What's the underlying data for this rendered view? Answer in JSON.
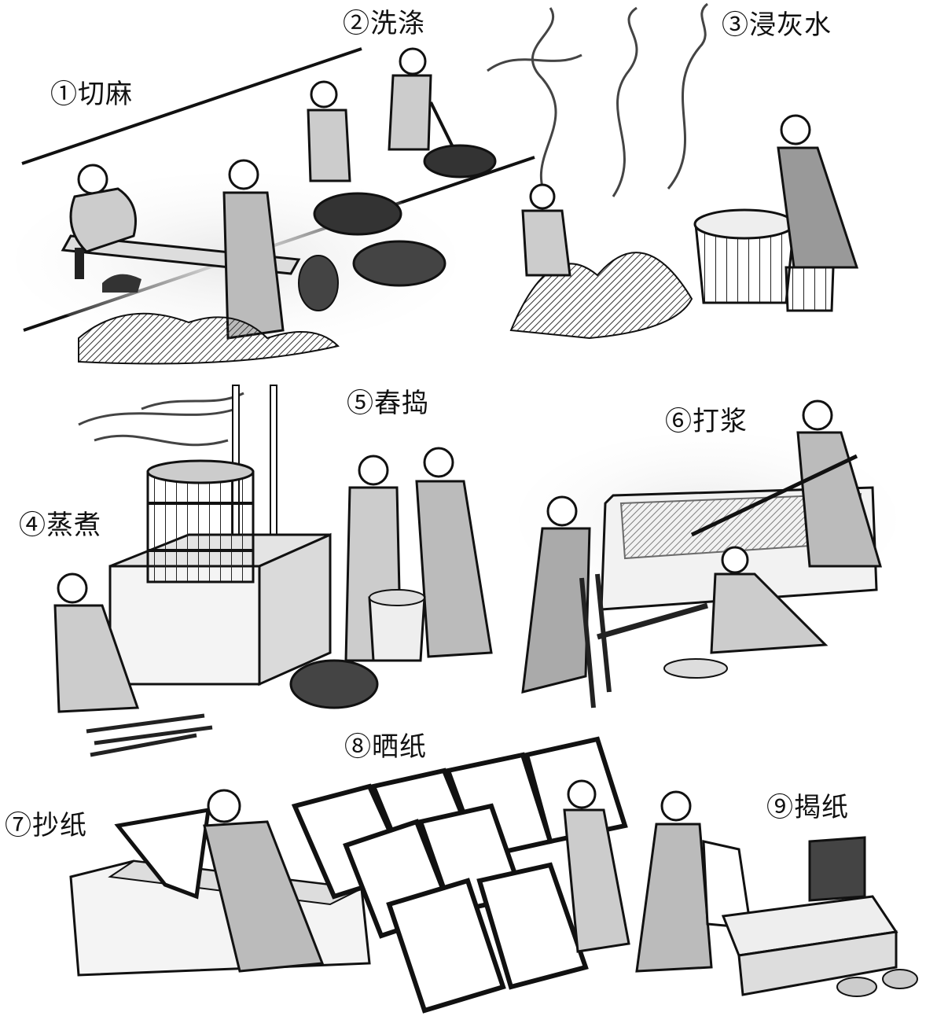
{
  "steps": [
    {
      "label": "①切麻"
    },
    {
      "label": "②洗涤"
    },
    {
      "label": "③浸灰水"
    },
    {
      "label": "④蒸煮"
    },
    {
      "label": "⑤舂捣"
    },
    {
      "label": "⑥打浆"
    },
    {
      "label": "⑦抄纸"
    },
    {
      "label": "⑧晒纸"
    },
    {
      "label": "⑨揭纸"
    }
  ]
}
